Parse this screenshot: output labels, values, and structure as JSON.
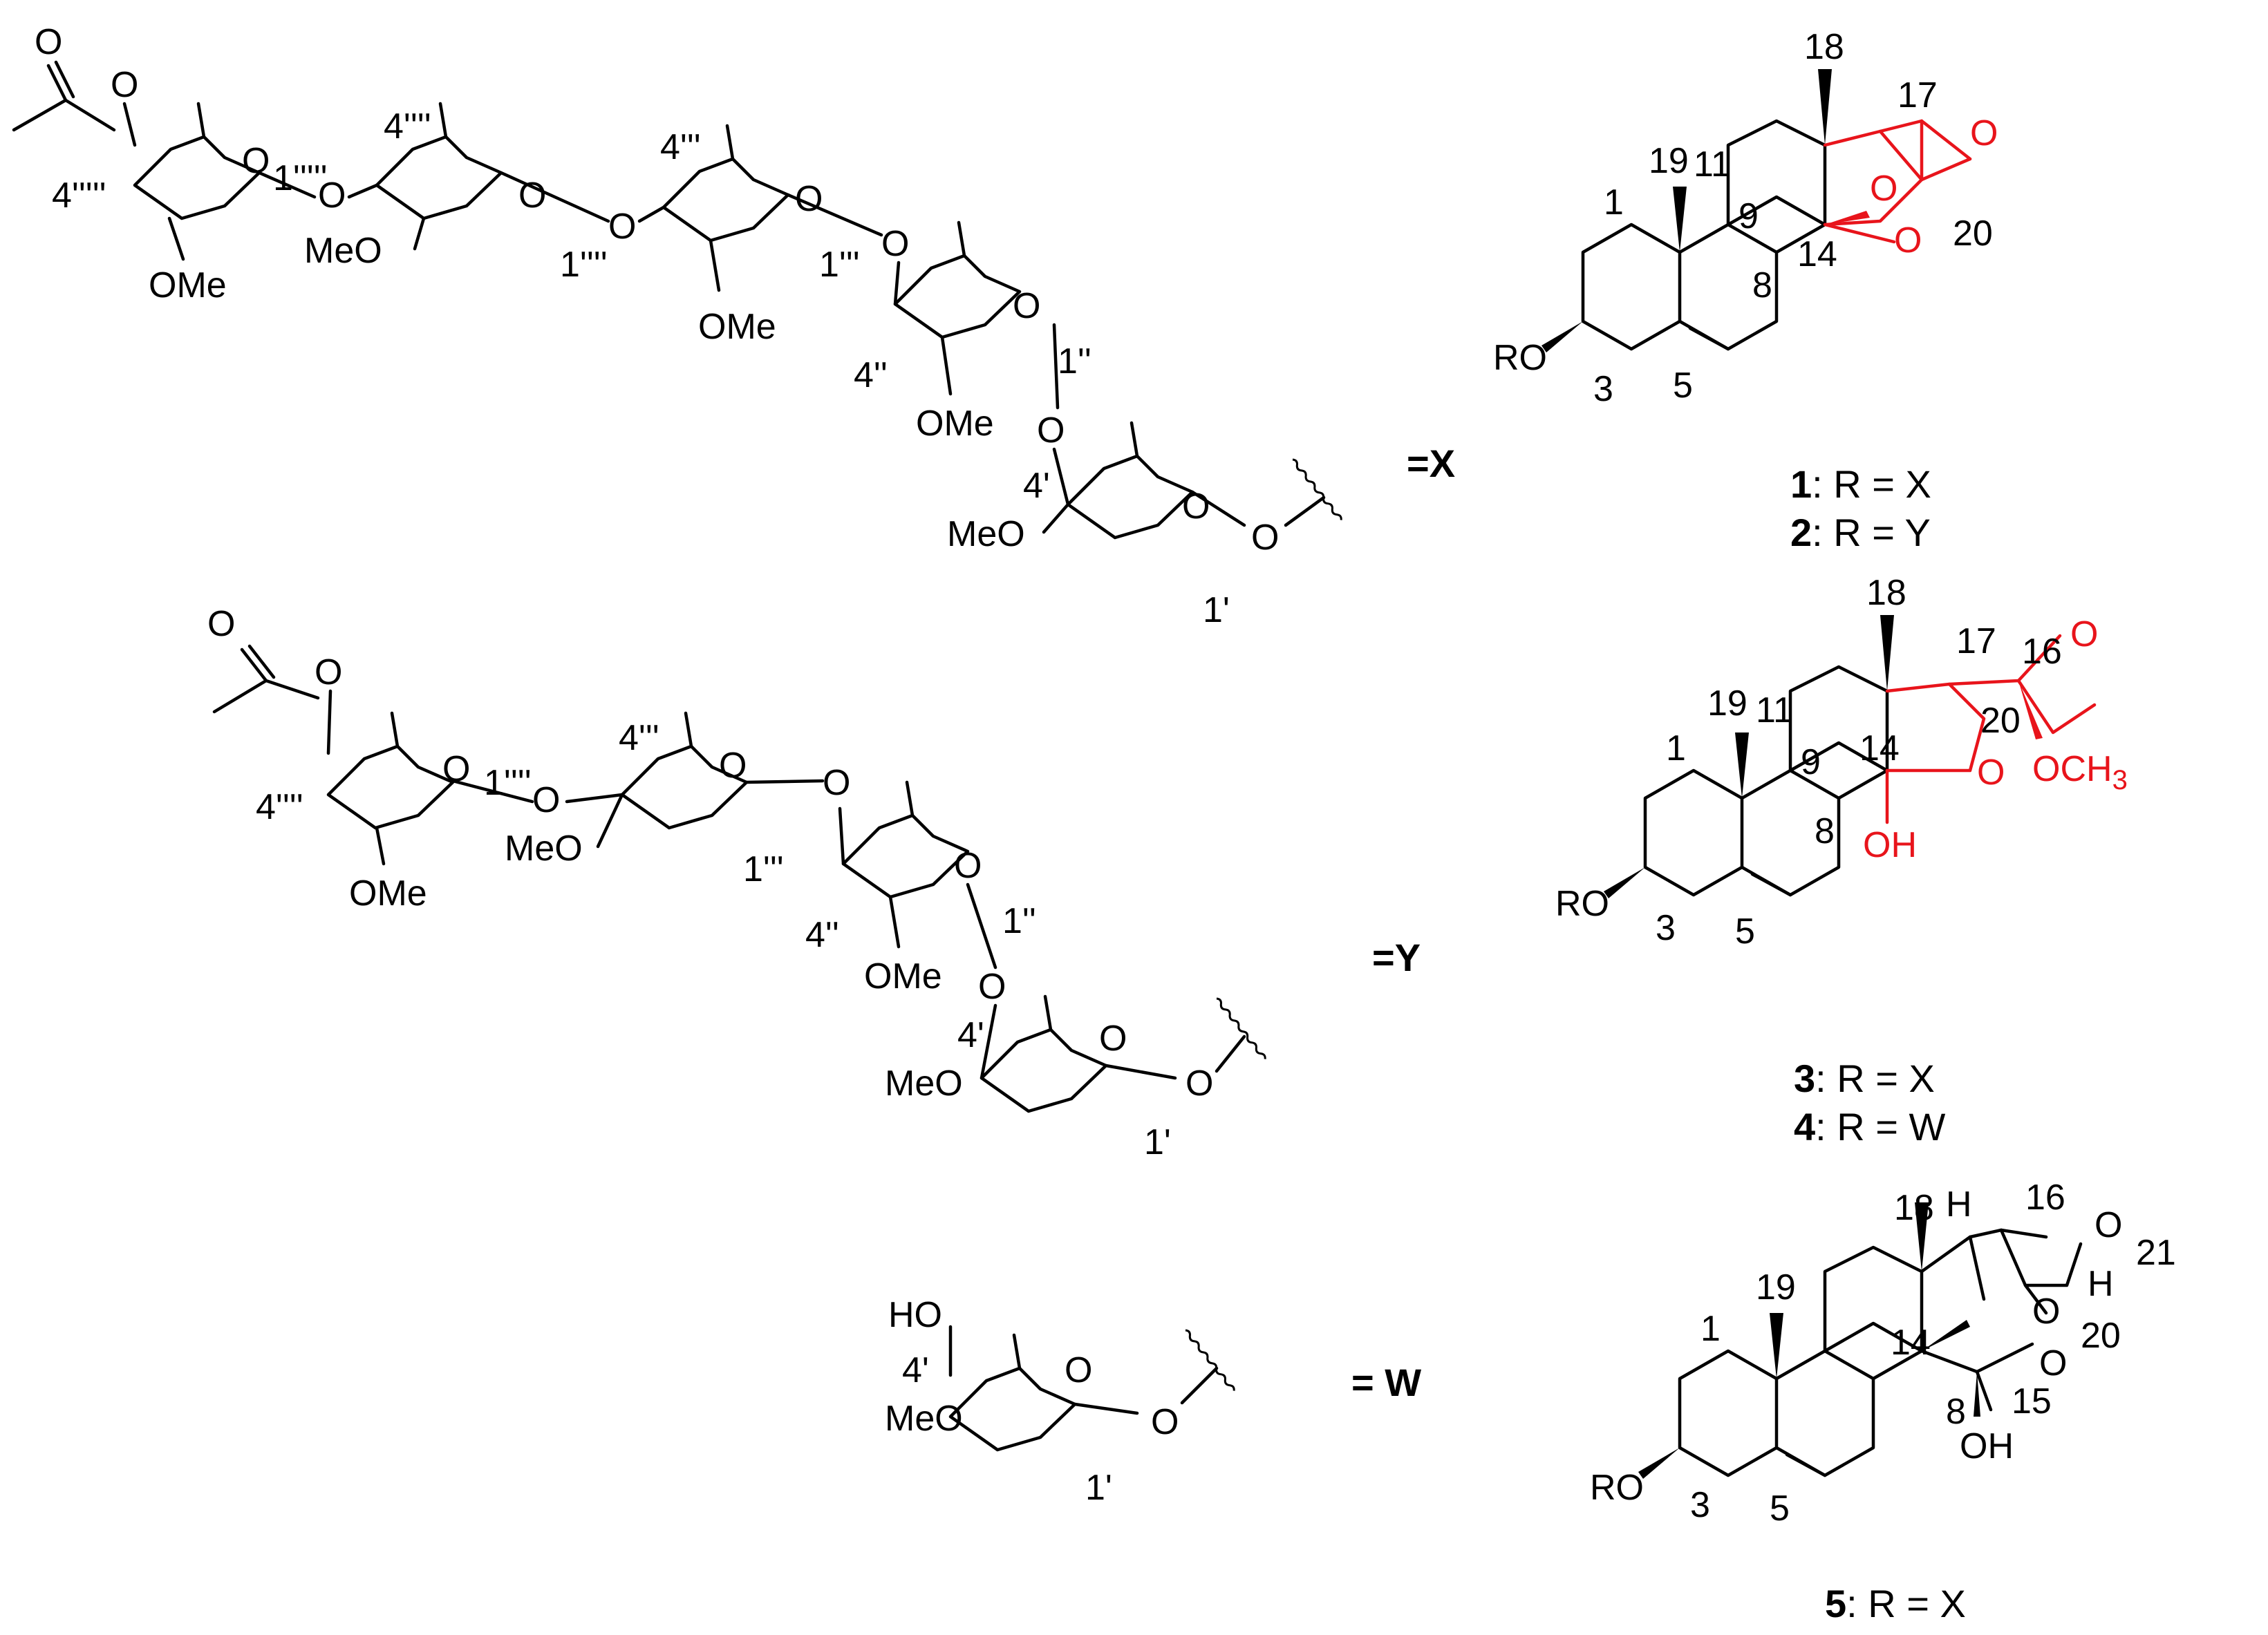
{
  "colors": {
    "ink": "#000000",
    "highlight": "#e8141b",
    "background": "#ffffff"
  },
  "substituents": {
    "x_label": "=X",
    "y_label": "=Y",
    "w_label": "= W",
    "common": {
      "acetyl_o": "O",
      "ring_o": "O",
      "ome": "OMe",
      "meo": "MeO",
      "ho": "HO"
    },
    "x_chain": {
      "pos_4_5": "4'''''",
      "pos_1_5": "1'''''",
      "pos_4_4": "4''''",
      "pos_1_4": "1''''",
      "pos_4_3": "4'''",
      "pos_1_3": "1'''",
      "pos_4_2": "4''",
      "pos_1_2": "1''",
      "pos_4_1": "4'",
      "pos_1_1": "1'"
    },
    "y_chain": {
      "pos_4_4": "4''''",
      "pos_1_4": "1''''",
      "pos_4_3": "4'''",
      "pos_1_3": "1'''",
      "pos_4_2": "4''",
      "pos_1_2": "1''",
      "pos_4_1": "4'",
      "pos_1_1": "1'"
    },
    "w_chain": {
      "pos_4_1": "4'",
      "pos_1_1": "1'"
    }
  },
  "aglycones": {
    "top": {
      "numbers": {
        "n1": "1",
        "n3": "3",
        "n5": "5",
        "n8": "8",
        "n9": "9",
        "n11": "11",
        "n14": "14",
        "n17": "17",
        "n18": "18",
        "n19": "19",
        "n20": "20"
      },
      "atoms": {
        "ro": "RO",
        "o": "O"
      },
      "compounds": [
        {
          "num": "1",
          "sep": ": R = X"
        },
        {
          "num": "2",
          "sep": ": R = Y"
        }
      ]
    },
    "middle": {
      "numbers": {
        "n1": "1",
        "n3": "3",
        "n5": "5",
        "n8": "8",
        "n9": "9",
        "n11": "11",
        "n14": "14",
        "n16": "16",
        "n17": "17",
        "n18": "18",
        "n19": "19",
        "n20": "20"
      },
      "atoms": {
        "ro": "RO",
        "o": "O",
        "oh": "OH",
        "och3": "OCH",
        "sub3": "3"
      },
      "compounds": [
        {
          "num": "3",
          "sep": ": R = X"
        },
        {
          "num": "4",
          "sep": ": R = W"
        }
      ]
    },
    "bottom": {
      "numbers": {
        "n1": "1",
        "n3": "3",
        "n5": "5",
        "n8": "8",
        "n14": "14",
        "n15": "15",
        "n16": "16",
        "n18": "18",
        "n19": "19",
        "n20": "20",
        "n21": "21"
      },
      "atoms": {
        "ro": "RO",
        "o": "O",
        "oh": "OH",
        "h": "H"
      },
      "compounds": [
        {
          "num": "5",
          "sep": ": R = X"
        }
      ]
    }
  }
}
